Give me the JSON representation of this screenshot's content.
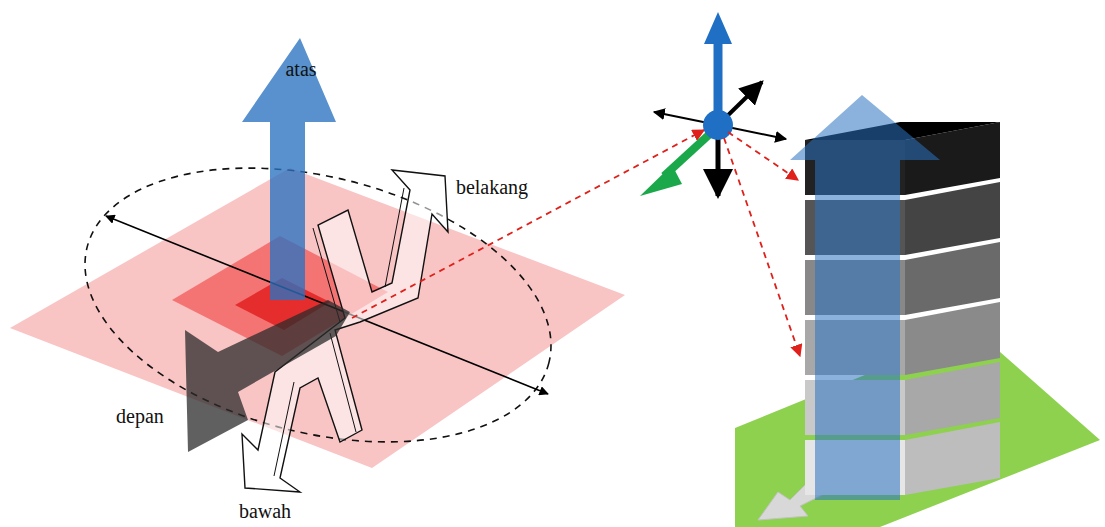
{
  "diagram": {
    "labels": [
      "atas",
      "belakang",
      "depan",
      "bawah"
    ]
  }
}
